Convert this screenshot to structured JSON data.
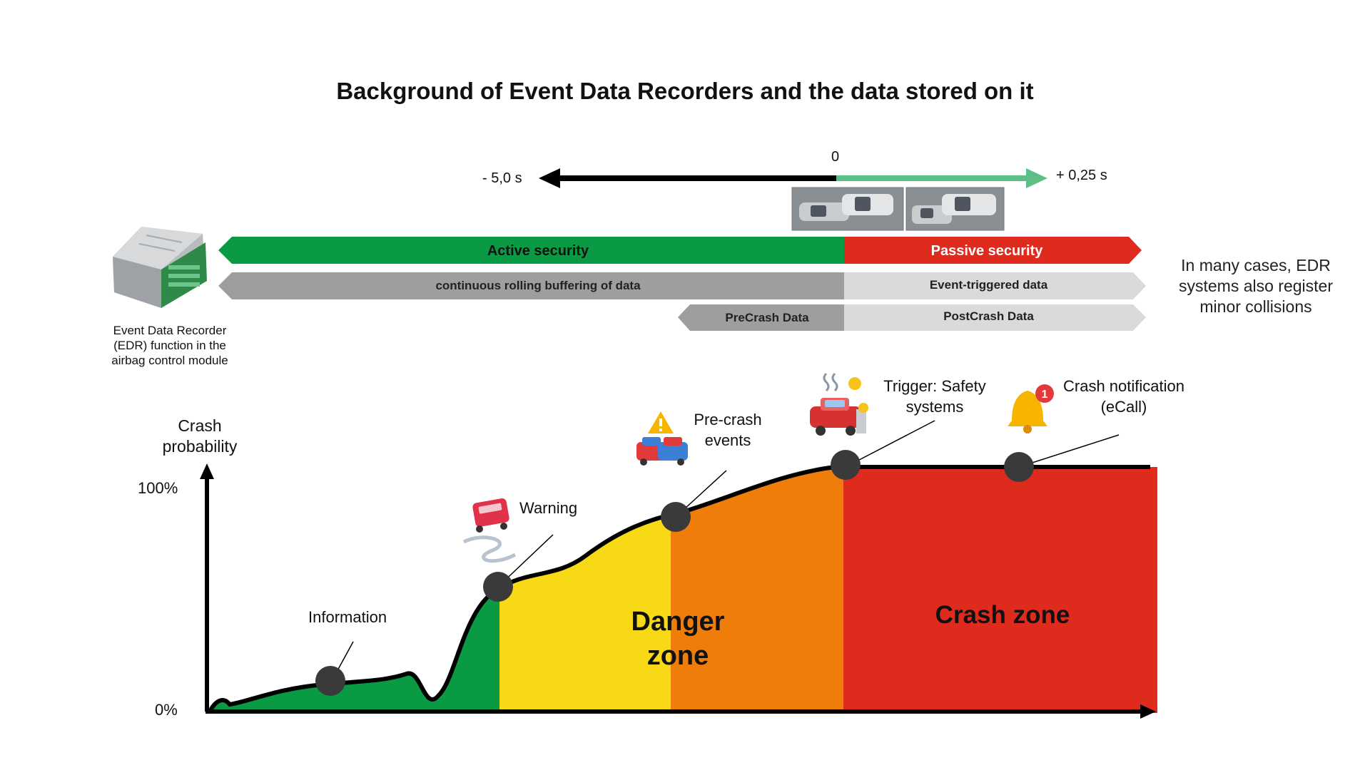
{
  "title": "Background of Event Data Recorders and the data stored on it",
  "timeline": {
    "minus_label": "- 5,0 s",
    "zero_label": "0",
    "plus_label": "+ 0,25 s"
  },
  "bars": {
    "active": "Active security",
    "passive": "Passive security",
    "continuous": "continuous rolling buffering of data",
    "event_triggered": "Event-triggered data",
    "precrash": "PreCrash Data",
    "postcrash": "PostCrash Data"
  },
  "edr": {
    "caption": [
      "Event Data Recorder",
      "(EDR) function in the",
      "airbag control module"
    ]
  },
  "note": [
    "In many cases, EDR",
    "systems also register",
    "minor collisions"
  ],
  "axis": {
    "ylabel": [
      "Crash",
      "probability"
    ],
    "y_top": "100%",
    "y_bottom": "0%"
  },
  "events": {
    "information": "Information",
    "warning": "Warning",
    "precrash": [
      "Pre-crash",
      "events"
    ],
    "trigger": [
      "Trigger: Safety",
      "systems"
    ],
    "notification": [
      "Crash notification",
      "(eCall)"
    ],
    "notification_badge": "1"
  },
  "zones": {
    "danger": [
      "Danger",
      "zone"
    ],
    "crash": "Crash zone"
  },
  "colors": {
    "green": "#0a9a44",
    "yellow": "#f7d915",
    "orange": "#ef7d0a",
    "red": "#df2a1e",
    "gray_dark": "#9e9e9e",
    "gray_light": "#dadada",
    "arrow_green": "#5cbf86",
    "marker": "#3a3a3a"
  },
  "icons": [
    "edr-module-icon",
    "crash-test-photo-icon",
    "skidding-car-icon",
    "warning-cars-icon",
    "crashed-car-icon",
    "notification-bell-icon"
  ]
}
